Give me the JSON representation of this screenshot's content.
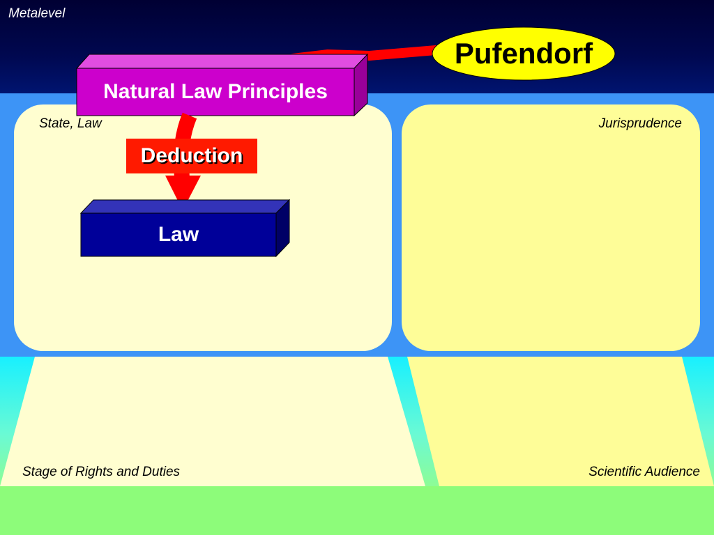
{
  "labels": {
    "metalevel": "Metalevel",
    "state_law": "State, Law",
    "jurisprudence": "Jurisprudence",
    "stage": "Stage of Rights and Duties",
    "audience": "Scientific Audience"
  },
  "nodes": {
    "pufendorf": "Pufendorf",
    "principles": "Natural Law Principles",
    "deduction": "Deduction",
    "law": "Law"
  },
  "colors": {
    "pufendorf_fill": "#ffff00",
    "principles_fill": "#cc00cc",
    "law_fill": "#000099",
    "arrow": "#ff0000"
  }
}
